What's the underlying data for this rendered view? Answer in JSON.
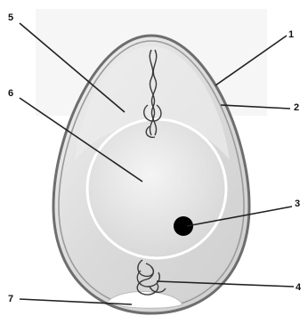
{
  "diagram": {
    "labels": [
      {
        "id": "1",
        "text": "1"
      },
      {
        "id": "2",
        "text": "2"
      },
      {
        "id": "3",
        "text": "3"
      },
      {
        "id": "4",
        "text": "4"
      },
      {
        "id": "5",
        "text": "5"
      },
      {
        "id": "6",
        "text": "6"
      },
      {
        "id": "7",
        "text": "7"
      }
    ],
    "colors": {
      "shell": "#7a7a7a",
      "membrane": "#9a9a9a",
      "albumen": "#dcdcdc",
      "yolk": "#e6e6e6",
      "germinal_disc": "#000000",
      "air_cell": "#ffffff"
    }
  }
}
